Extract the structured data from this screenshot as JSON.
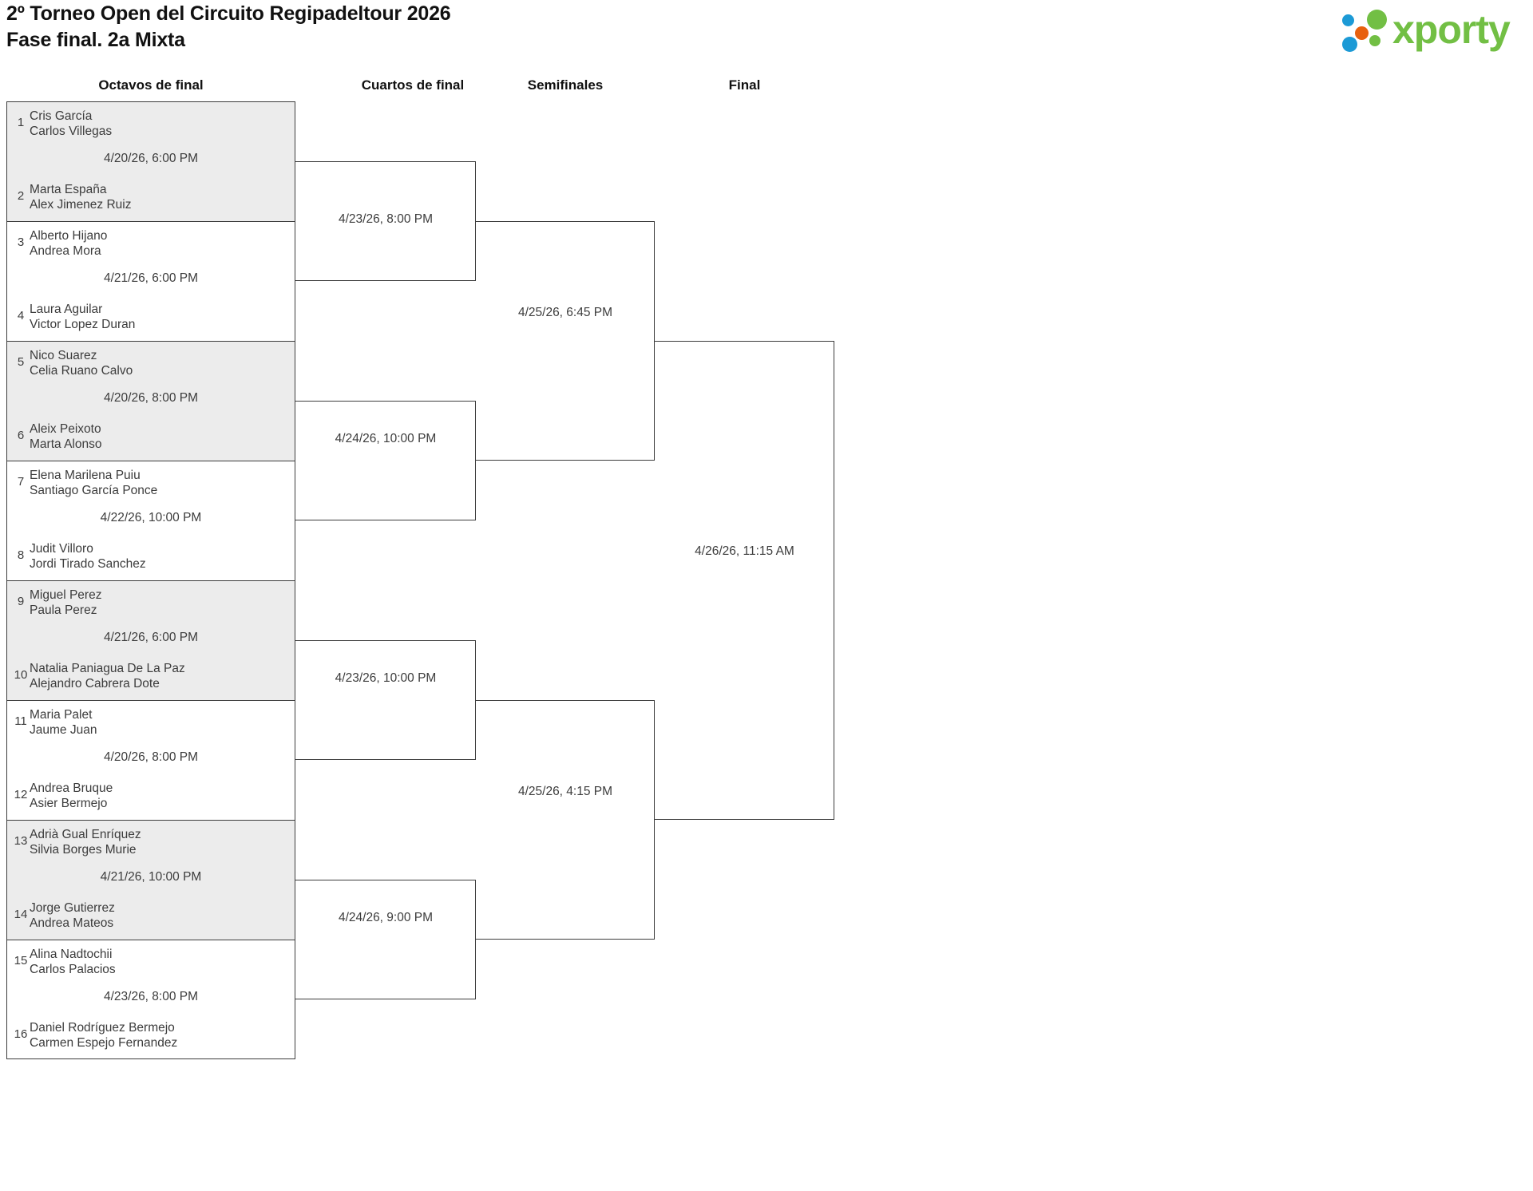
{
  "header": {
    "title_line1": "2º Torneo Open del Circuito Regipadeltour 2026",
    "title_line2": "Fase final. 2a Mixta",
    "logo_word": "xporty",
    "logo_colors": {
      "blue": "#1c9ad6",
      "orange": "#e8610e",
      "green": "#72bf44"
    }
  },
  "rounds": [
    {
      "label": "Octavos de final"
    },
    {
      "label": "Cuartos de final"
    },
    {
      "label": "Semifinales"
    },
    {
      "label": "Final"
    }
  ],
  "round1": [
    {
      "date": "4/20/26, 6:00 PM",
      "top": {
        "seed": "1",
        "p1": "Cris García",
        "p2": "Carlos Villegas"
      },
      "bottom": {
        "seed": "2",
        "p1": "Marta España",
        "p2": "Alex Jimenez Ruiz"
      }
    },
    {
      "date": "4/21/26, 6:00 PM",
      "top": {
        "seed": "3",
        "p1": "Alberto Hijano",
        "p2": "Andrea Mora"
      },
      "bottom": {
        "seed": "4",
        "p1": "Laura Aguilar",
        "p2": "Victor Lopez Duran"
      }
    },
    {
      "date": "4/20/26, 8:00 PM",
      "top": {
        "seed": "5",
        "p1": "Nico Suarez",
        "p2": "Celia Ruano Calvo"
      },
      "bottom": {
        "seed": "6",
        "p1": "Aleix Peixoto",
        "p2": "Marta Alonso"
      }
    },
    {
      "date": "4/22/26, 10:00 PM",
      "top": {
        "seed": "7",
        "p1": "Elena Marilena Puiu",
        "p2": "Santiago García Ponce"
      },
      "bottom": {
        "seed": "8",
        "p1": "Judit Villoro",
        "p2": "Jordi Tirado Sanchez"
      }
    },
    {
      "date": "4/21/26, 6:00 PM",
      "top": {
        "seed": "9",
        "p1": "Miguel Perez",
        "p2": "Paula Perez"
      },
      "bottom": {
        "seed": "10",
        "p1": "Natalia Paniagua De La Paz",
        "p2": "Alejandro Cabrera Dote"
      }
    },
    {
      "date": "4/20/26, 8:00 PM",
      "top": {
        "seed": "11",
        "p1": "Maria Palet",
        "p2": "Jaume Juan"
      },
      "bottom": {
        "seed": "12",
        "p1": "Andrea Bruque",
        "p2": "Asier Bermejo"
      }
    },
    {
      "date": "4/21/26, 10:00 PM",
      "top": {
        "seed": "13",
        "p1": "Adrià Gual Enríquez",
        "p2": "Silvia Borges Murie"
      },
      "bottom": {
        "seed": "14",
        "p1": "Jorge Gutierrez",
        "p2": "Andrea Mateos"
      }
    },
    {
      "date": "4/23/26, 8:00 PM",
      "top": {
        "seed": "15",
        "p1": "Alina Nadtochii",
        "p2": "Carlos Palacios"
      },
      "bottom": {
        "seed": "16",
        "p1": "Daniel Rodríguez Bermejo",
        "p2": "Carmen Espejo Fernandez"
      }
    }
  ],
  "round2": [
    {
      "date": "4/23/26, 8:00 PM"
    },
    {
      "date": "4/24/26, 10:00 PM"
    },
    {
      "date": "4/23/26, 10:00 PM"
    },
    {
      "date": "4/24/26, 9:00 PM"
    }
  ],
  "round3": [
    {
      "date": "4/25/26, 6:45 PM"
    },
    {
      "date": "4/25/26, 4:15 PM"
    }
  ],
  "round4": [
    {
      "date": "4/26/26, 11:15 AM"
    }
  ]
}
